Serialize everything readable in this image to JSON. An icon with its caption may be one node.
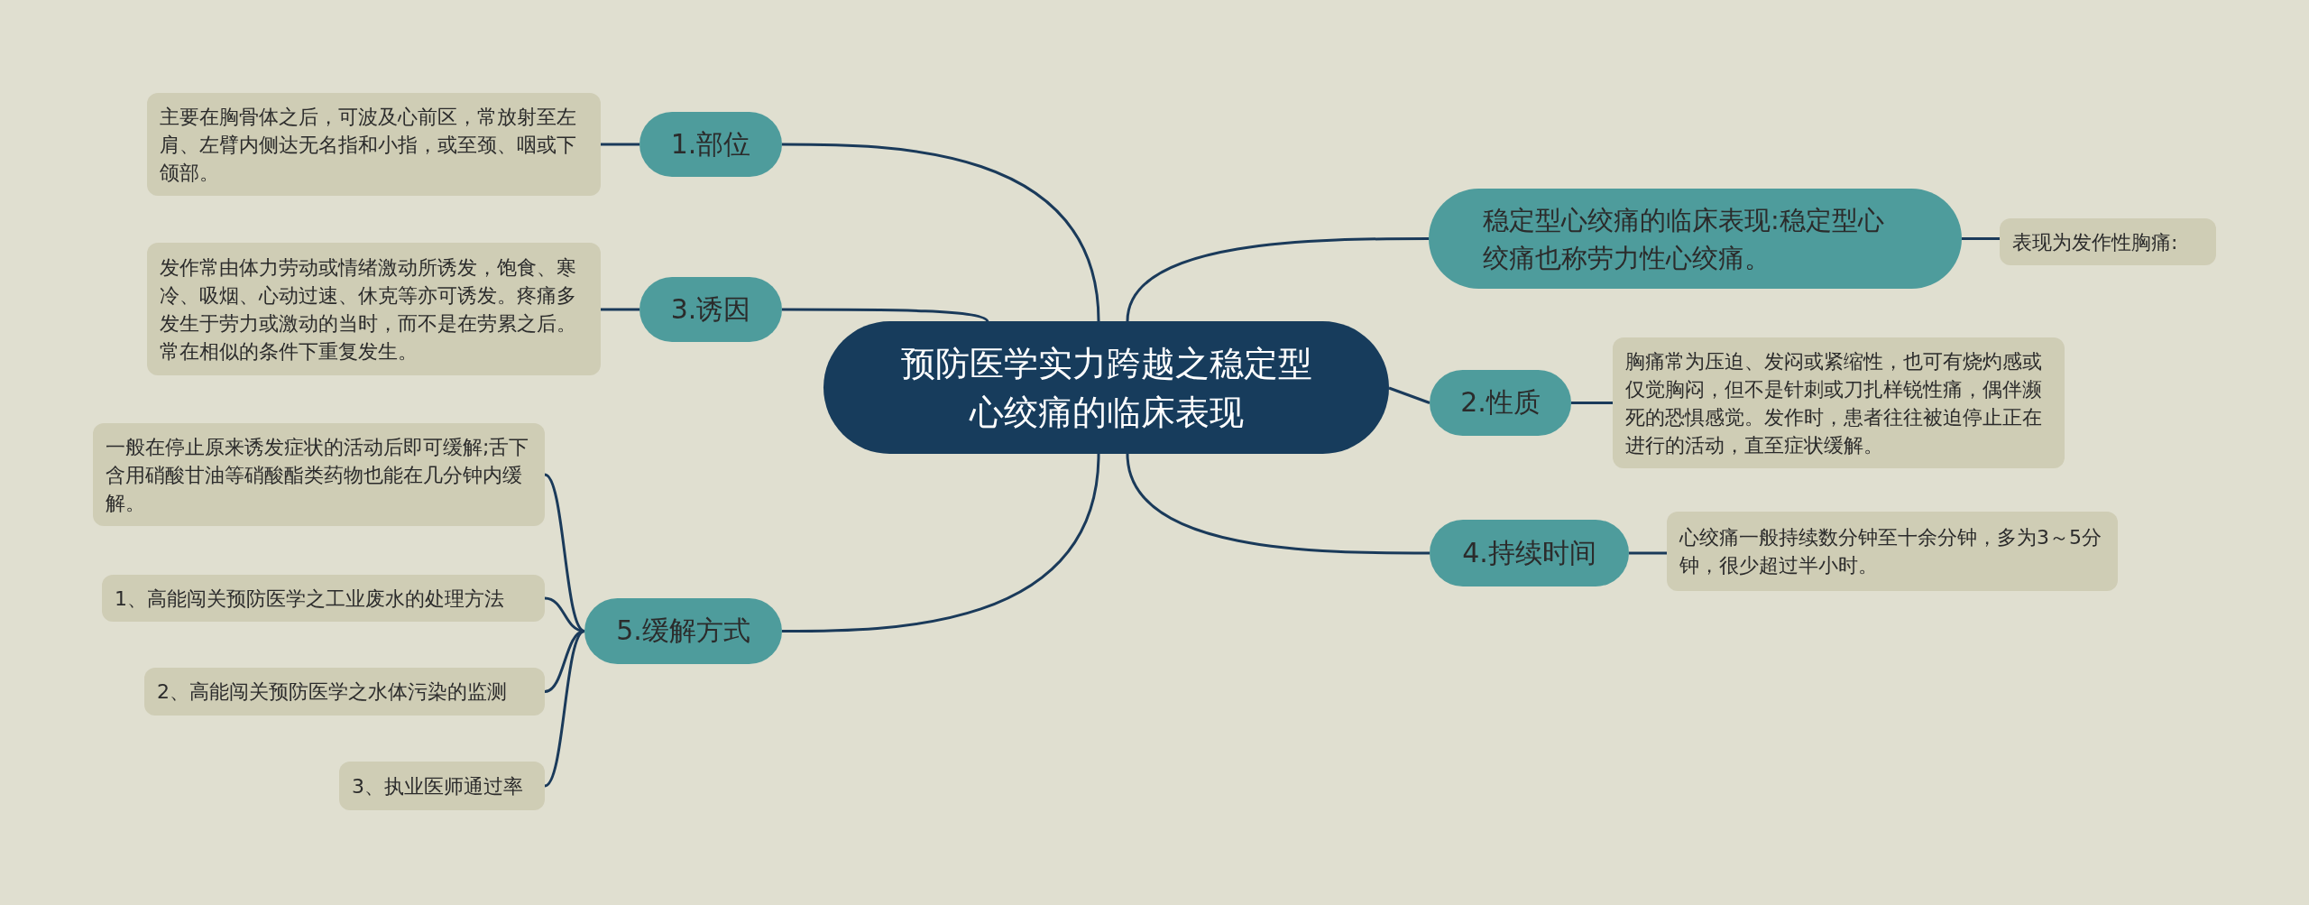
{
  "diagram": {
    "nodes": [
      {
        "text": [
          "预防医学实力跨越之稳定型心绞痛的临床表现"
        ]
      },
      {
        "text": [
          "1.部位"
        ]
      },
      {
        "text": [
          "主要在胸骨体之后，可波及心前区，常放射至左肩、左臂内侧达无名指和小指，或至颈、咽或下颌部。"
        ]
      },
      {
        "text": [
          "3.诱因"
        ]
      },
      {
        "text": [
          "发作常由体力劳动或情绪激动所诱发，饱食、寒冷、吸烟、心动过速、休克等亦可诱发。疼痛多发生于劳力或激动的当时，而不是在劳累之后。常在相似的条件下重复发生。"
        ]
      },
      {
        "text": [
          "5.缓解方式"
        ]
      },
      {
        "text": [
          "一般在停止原来诱发症状的活动后即可缓解;舌下含用硝酸甘油等硝酸酯类药物也能在几分钟内缓解。"
        ]
      },
      {
        "text": [
          "1、高能闯关预防医学之工业废水的处理方法"
        ]
      },
      {
        "text": [
          "2、高能闯关预防医学之水体污染的监测"
        ]
      },
      {
        "text": [
          "3、执业医师通过率"
        ]
      },
      {
        "text": [
          "稳定型心绞痛的临床表现:稳定型心绞痛也称劳力性心绞痛。"
        ]
      },
      {
        "text": [
          "表现为发作性胸痛:"
        ]
      },
      {
        "text": [
          "2.性质"
        ]
      },
      {
        "text": [
          "胸痛常为压迫、发闷或紧缩性，也可有烧灼感或仅觉胸闷，但不是针刺或刀扎样锐性痛，偶伴濒死的恐惧感觉。发作时，患者往往被迫停止正在进行的活动，直至症状缓解。"
        ]
      },
      {
        "text": [
          "4.持续时间"
        ]
      },
      {
        "text": [
          "心绞痛一般持续数分钟至十余分钟，多为3～5分钟，很少超过半小时。"
        ]
      }
    ],
    "edges": [
      {
        "from": 0,
        "to": 1,
        "arrow": "none"
      },
      {
        "from": 1,
        "to": 2,
        "arrow": "none"
      },
      {
        "from": 0,
        "to": 3,
        "arrow": "none"
      },
      {
        "from": 3,
        "to": 4,
        "arrow": "none"
      },
      {
        "from": 0,
        "to": 5,
        "arrow": "none"
      },
      {
        "from": 5,
        "to": 6,
        "arrow": "none"
      },
      {
        "from": 5,
        "to": 7,
        "arrow": "none"
      },
      {
        "from": 5,
        "to": 8,
        "arrow": "none"
      },
      {
        "from": 5,
        "to": 9,
        "arrow": "none"
      },
      {
        "from": 0,
        "to": 10,
        "arrow": "none"
      },
      {
        "from": 10,
        "to": 11,
        "arrow": "none"
      },
      {
        "from": 0,
        "to": 12,
        "arrow": "none"
      },
      {
        "from": 12,
        "to": 13,
        "arrow": "none"
      },
      {
        "from": 0,
        "to": 14,
        "arrow": "none"
      },
      {
        "from": 14,
        "to": 15,
        "arrow": "none"
      }
    ]
  }
}
